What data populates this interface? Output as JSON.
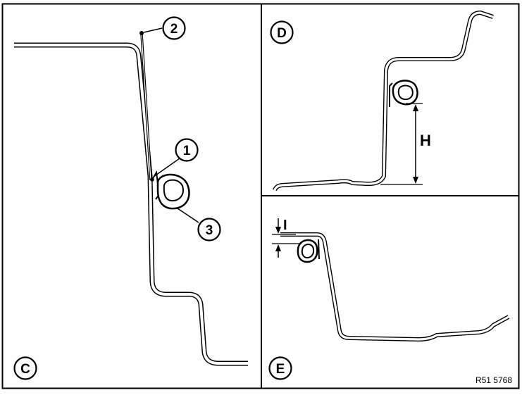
{
  "panels": {
    "c": {
      "label": "C"
    },
    "d": {
      "label": "D",
      "dimension_label": "H"
    },
    "e": {
      "label": "E",
      "dimension_label": "I"
    }
  },
  "callouts": [
    "1",
    "2",
    "3"
  ],
  "reference_code": "R51 5768"
}
